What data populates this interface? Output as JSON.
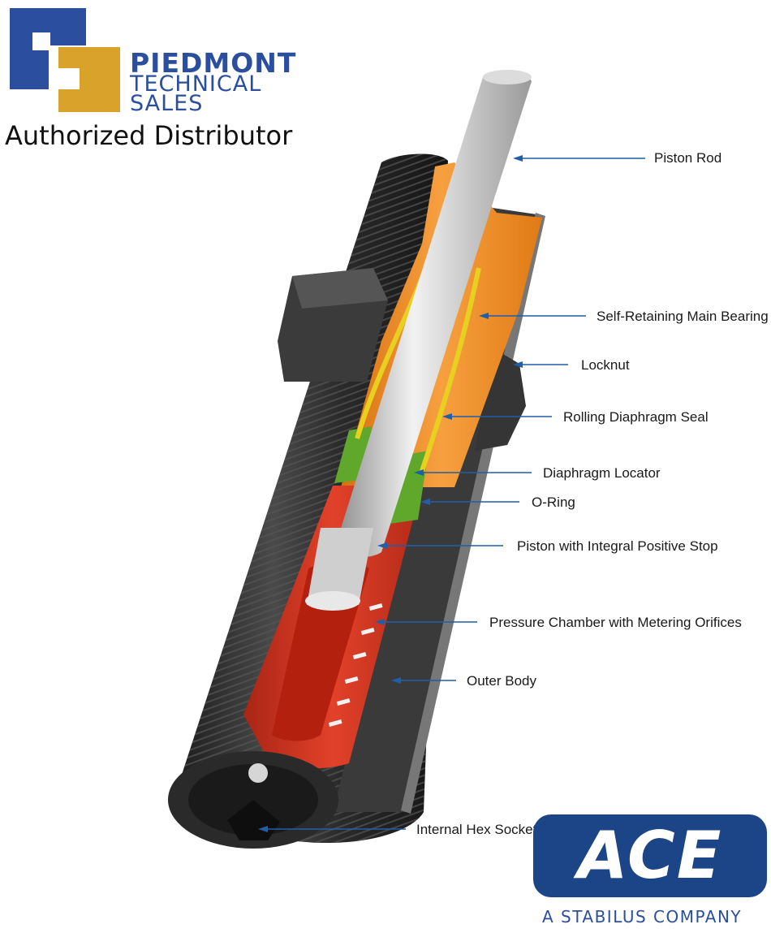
{
  "header": {
    "brand_line1": "PIEDMONT",
    "brand_line2": "TECHNICAL",
    "brand_line3": "SALES",
    "tagline": "Authorized Distributor"
  },
  "footer": {
    "logo_word": "ACE",
    "logo_subtitle": "A STABILUS COMPANY"
  },
  "colors": {
    "brand_blue": "#2b4f9e",
    "brand_gold": "#d9a22a",
    "callout_line": "#1f5fa8",
    "body_dark": "#2e2e2e",
    "bearing_orange": "#f08a1c",
    "chamber_red": "#d93320",
    "locator_green": "#5fa82c",
    "rod_silver": "#c9c9c9"
  },
  "callouts": [
    {
      "id": "piston-rod",
      "label": "Piston Rod"
    },
    {
      "id": "self-retaining-main-bearing",
      "label": "Self-Retaining Main Bearing"
    },
    {
      "id": "locknut",
      "label": "Locknut"
    },
    {
      "id": "rolling-diaphragm-seal",
      "label": "Rolling Diaphragm Seal"
    },
    {
      "id": "diaphragm-locator",
      "label": "Diaphragm Locator"
    },
    {
      "id": "o-ring",
      "label": "O-Ring"
    },
    {
      "id": "piston-with-integral-positive-stop",
      "label": "Piston with Integral Positive Stop"
    },
    {
      "id": "pressure-chamber-with-metering-orifices",
      "label": "Pressure Chamber with Metering Orifices"
    },
    {
      "id": "outer-body",
      "label": "Outer Body"
    },
    {
      "id": "internal-hex-socket",
      "label": "Internal Hex Socket"
    }
  ]
}
